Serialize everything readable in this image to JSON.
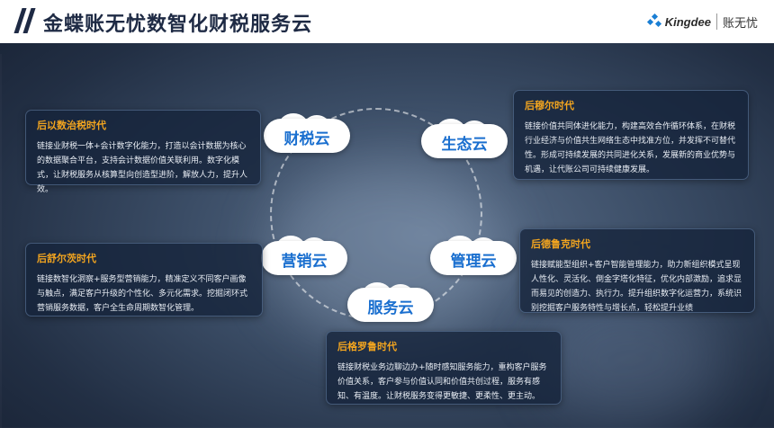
{
  "header": {
    "title": "金蝶账无忧数智化财税服务云",
    "brand_en": "Kingdee",
    "brand_cn": "账无忧"
  },
  "clouds": {
    "finance": "财税云",
    "ecology": "生态云",
    "marketing": "营销云",
    "management": "管理云",
    "service": "服务云"
  },
  "cards": {
    "tl": {
      "title": "后以数治税时代",
      "body": "链接业财税一体+会计数字化能力，打造以会计数据为核心的数据聚合平台，支持会计数据价值关联利用。数字化模式，让财税服务从核算型向创造型进阶，解放人力，提升人效。"
    },
    "tr": {
      "title": "后穆尔时代",
      "body": "链接价值共同体进化能力，构建高效合作循环体系，在财税行业经济与价值共生网络生态中找准方位，并发挥不可替代性。形成可持续发展的共同进化关系，发展新的商业优势与机遇，让代账公司可持续健康发展。"
    },
    "ml": {
      "title": "后舒尔茨时代",
      "body": "链接数智化洞察+服务型营销能力，精准定义不同客户画像与触点，满足客户升级的个性化、多元化需求。挖掘闭环式营销服务数据，客户全生命周期数智化管理。"
    },
    "mr": {
      "title": "后德鲁克时代",
      "body": "链接赋能型组织+客户智能管理能力，助力新组织模式呈现人性化、灵活化、倒金字塔化特征，优化内部激励，追求显而易见的创造力、执行力。提升组织数字化运营力，系统识别挖掘客户服务特性与增长点，轻松提升业绩"
    },
    "bottom": {
      "title": "后格罗鲁时代",
      "body": "链接财税业务边聊边办+随时感知服务能力，重构客户服务价值关系，客户参与价值认同和价值共创过程，服务有感知、有温度。让财税服务变得更敏捷、更柔性、更主动。"
    }
  },
  "colors": {
    "accent_title": "#f3a51f",
    "cloud_text": "#1a6fcf",
    "brand_blue": "#1a7fd4"
  }
}
